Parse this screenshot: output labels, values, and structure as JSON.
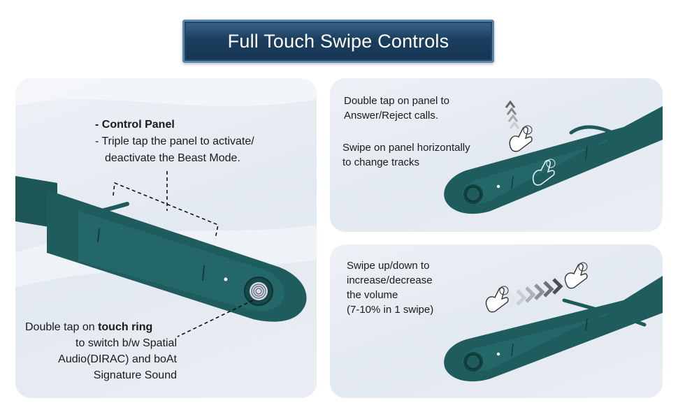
{
  "title": "Full Touch Swipe Controls",
  "left_panel": {
    "heading": "- Control Panel",
    "desc_line1": "- Triple tap the panel to activate/",
    "desc_line2": "deactivate the Beast Mode.",
    "ring_line1_prefix": "Double tap on ",
    "ring_line1_bold": "touch ring",
    "ring_line2": "to switch b/w Spatial",
    "ring_line3": "Audio(DIRAC) and boAt",
    "ring_line4": "Signature Sound"
  },
  "top_right_panel": {
    "line1": "Double tap on panel to",
    "line2": "Answer/Reject calls.",
    "line3": "Swipe on panel horizontally",
    "line4": "to change tracks"
  },
  "bottom_right_panel": {
    "line1": "Swipe up/down to",
    "line2": "increase/decrease",
    "line3": "the volume",
    "line4": "(7-10% in 1 swipe)"
  },
  "colors": {
    "device": "#1f5a5c",
    "device_dark": "#14403f",
    "banner": "#1c3e5e"
  },
  "icons": [
    "tap-hand-icon",
    "swipe-hand-icon",
    "up-arrows-icon",
    "right-arrows-icon",
    "fingerprint-icon"
  ]
}
